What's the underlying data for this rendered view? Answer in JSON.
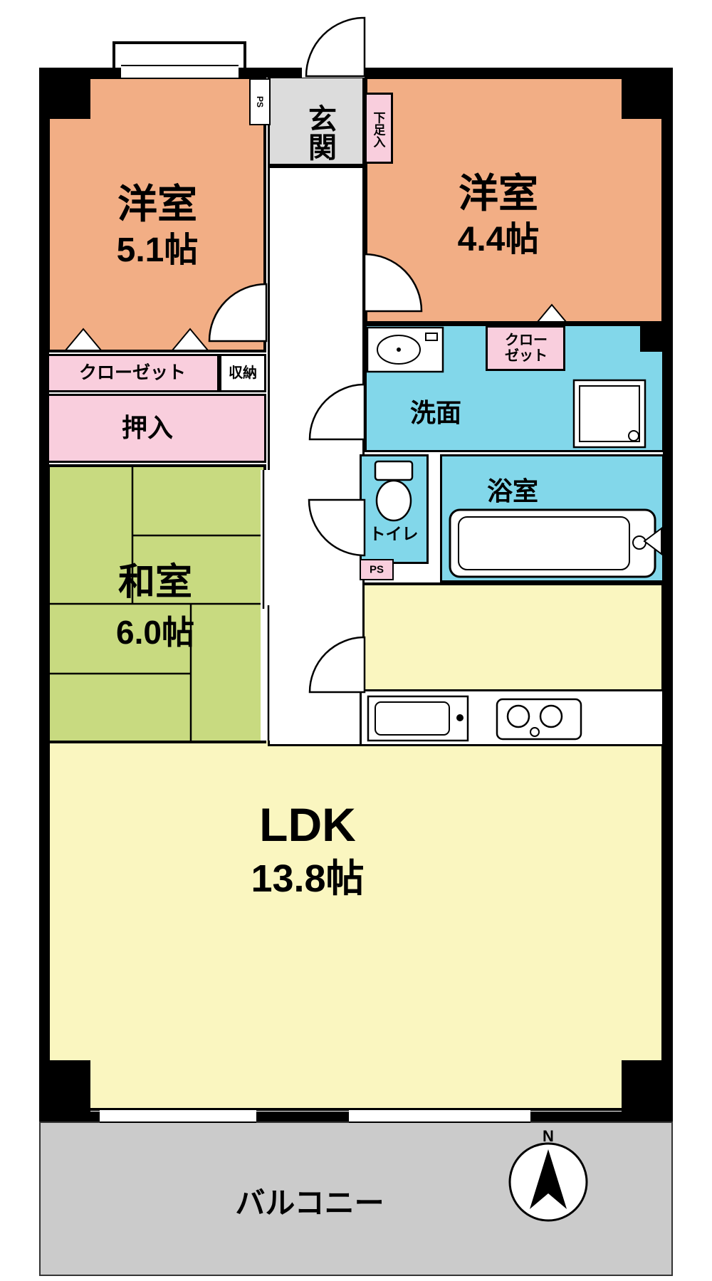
{
  "meta": {
    "type": "apartment-floor-plan"
  },
  "colors": {
    "western_room": "#F2AE85",
    "tatami_room": "#C8DA80",
    "ldk": "#FAF6C0",
    "closet_pink": "#F9CEDD",
    "wet_area_blue": "#82D7EA",
    "balcony_gray": "#CBCBCB",
    "genkan_gray": "#DCDCDC",
    "wall": "#000000"
  },
  "rooms": {
    "yoshitsu51": {
      "label": "洋室",
      "size": "5.1帖"
    },
    "yoshitsu44": {
      "label": "洋室",
      "size": "4.4帖"
    },
    "washitsu": {
      "label": "和室",
      "size": "6.0帖"
    },
    "ldk": {
      "label": "LDK",
      "size": "13.8帖"
    },
    "genkan": {
      "label": "玄関"
    },
    "shoe_cabinet": {
      "label": "下足入"
    },
    "closet_left": {
      "label": "クローゼット"
    },
    "closet_right": {
      "line1": "クロー",
      "line2": "ゼット"
    },
    "storage": {
      "label": "収納"
    },
    "oshiire": {
      "label": "押入"
    },
    "washroom": {
      "label": "洗面"
    },
    "toilet": {
      "label": "トイレ"
    },
    "bathroom": {
      "label": "浴室"
    },
    "balcony": {
      "label": "バルコニー"
    },
    "ps_top": {
      "label": "PS"
    },
    "ps_mid": {
      "label": "PS"
    },
    "compass": {
      "label": "N"
    }
  }
}
